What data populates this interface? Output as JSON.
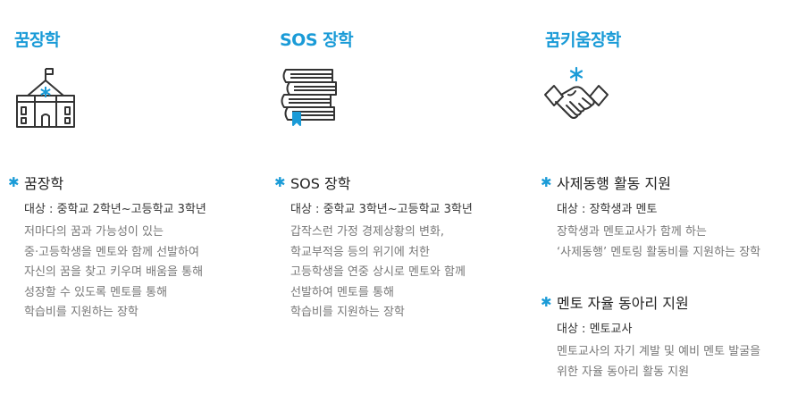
{
  "colors": {
    "accent": "#1a9bd7",
    "title_text": "#222222",
    "body_text": "#777777",
    "icon_stroke": "#333333"
  },
  "columns": [
    {
      "title": "꿈장학",
      "icon": "school-building-icon",
      "items": [
        {
          "title": "꿈장학",
          "target": "대상 : 중학교 2학년~고등학교 3학년",
          "desc": [
            "저마다의 꿈과 가능성이 있는",
            "중·고등학생을 멘토와 함께 선발하여",
            "자신의 꿈을 찾고 키우며 배움을 통해",
            "성장할 수 있도록 멘토를 통해",
            "학습비를 지원하는 장학"
          ]
        }
      ]
    },
    {
      "title": "SOS 장학",
      "icon": "book-stack-icon",
      "items": [
        {
          "title": "SOS 장학",
          "target": "대상 : 중학교 3학년~고등학교 3학년",
          "desc": [
            "갑작스런 가정 경제상황의 변화,",
            "학교부적응 등의 위기에 처한",
            "고등학생을 연중 상시로 멘토와 함께",
            "선발하여 멘토를 통해",
            "학습비를 지원하는 장학"
          ]
        }
      ]
    },
    {
      "title": "꿈키움장학",
      "icon": "handshake-icon",
      "items": [
        {
          "title": "사제동행 활동 지원",
          "target": "대상 : 장학생과 멘토",
          "desc": [
            "장학생과 멘토교사가 함께 하는",
            "‘사제동행’ 멘토링 활동비를 지원하는 장학"
          ]
        },
        {
          "title": "멘토 자율 동아리 지원",
          "target": "대상 : 멘토교사",
          "desc": [
            "멘토교사의 자기 계발 및 예비 멘토 발굴을",
            "위한 자율 동아리 활동 지원"
          ]
        }
      ]
    }
  ]
}
